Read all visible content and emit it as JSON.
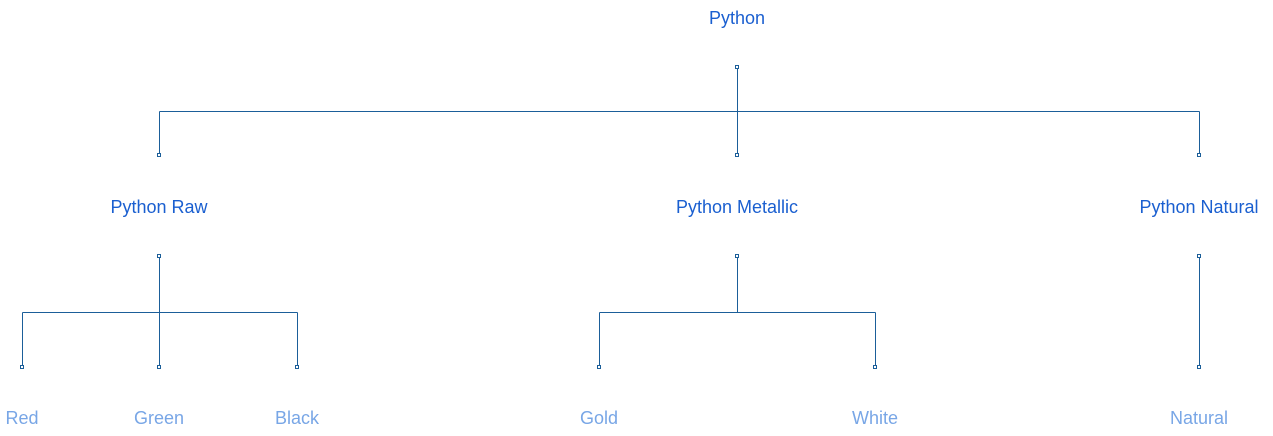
{
  "colors": {
    "category_text": "#1a5fd0",
    "leaf_text": "#78a6e6",
    "connector": "#1b5e99"
  },
  "tree": {
    "root": {
      "label": "Python",
      "children": [
        {
          "label": "Python Raw",
          "children": [
            {
              "label": "Red"
            },
            {
              "label": "Green"
            },
            {
              "label": "Black"
            }
          ]
        },
        {
          "label": "Python Metallic",
          "children": [
            {
              "label": "Gold"
            },
            {
              "label": "White"
            }
          ]
        },
        {
          "label": "Python Natural",
          "children": [
            {
              "label": "Natural"
            }
          ]
        }
      ]
    }
  }
}
